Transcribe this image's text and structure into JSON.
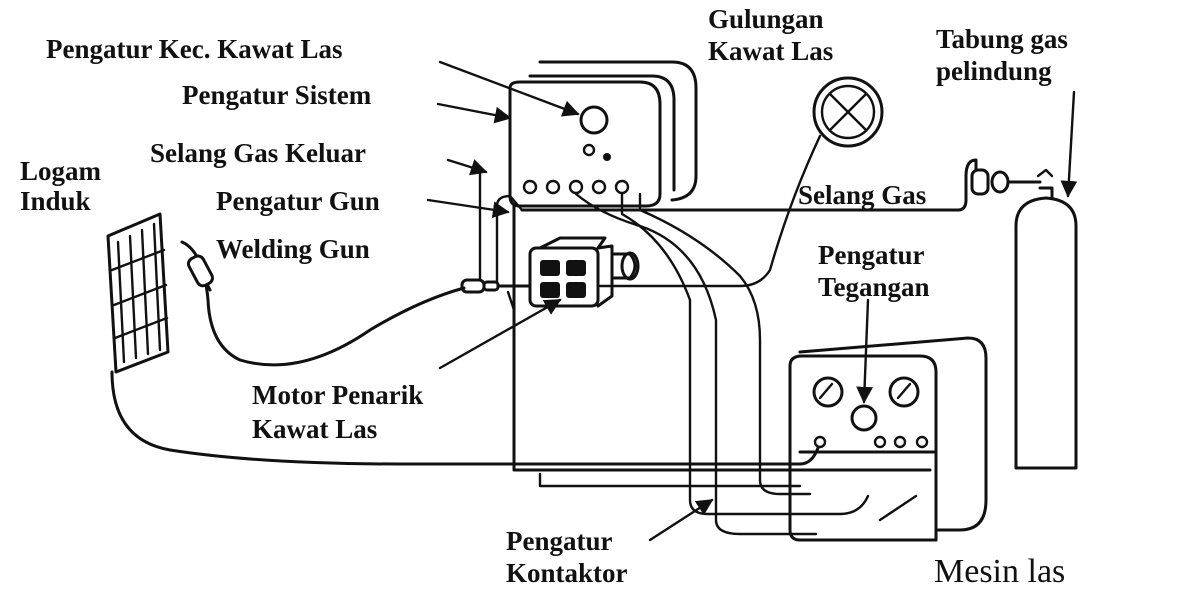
{
  "labels": {
    "pengatur_kec_kawat_las": "Pengatur Kec. Kawat Las",
    "pengatur_sistem": "Pengatur Sistem",
    "selang_gas_keluar": "Selang Gas Keluar",
    "pengatur_gun": "Pengatur Gun",
    "welding_gun": "Welding Gun",
    "logam_induk_line1": "Logam",
    "logam_induk_line2": "Induk",
    "gulungan_kawat_las_line1": "Gulungan",
    "gulungan_kawat_las_line2": "Kawat Las",
    "tabung_gas_pelindung_line1": "Tabung gas",
    "tabung_gas_pelindung_line2": "pelindung",
    "selang_gas": "Selang Gas",
    "pengatur_tegangan_line1": "Pengatur",
    "pengatur_tegangan_line2": "Tegangan",
    "motor_penarik_kawat_las_line1": "Motor Penarik",
    "motor_penarik_kawat_las_line2": "Kawat Las",
    "pengatur_kontaktor_line1": "Pengatur",
    "pengatur_kontaktor_line2": "Kontaktor",
    "mesin_las": "Mesin las"
  },
  "colors": {
    "ink": "#111111",
    "background": "#ffffff"
  }
}
